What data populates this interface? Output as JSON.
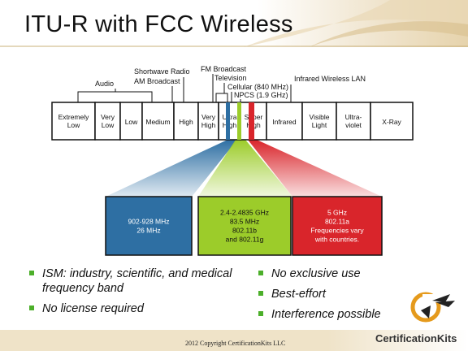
{
  "slide": {
    "title": "ITU-R with FCC Wireless",
    "copyright": "2012 Copyright CertificationKits LLC",
    "logo_text": "CertificationKits"
  },
  "spectrum": {
    "top_labels": {
      "audio": "Audio",
      "shortwave": "Shortwave Radio",
      "am": "AM Broadcast",
      "fm": "FM Broadcast",
      "tv": "Television",
      "cellular": "Cellular (840 MHz)",
      "npcs": "NPCS (1.9 GHz)",
      "infrared_lan": "Infrared Wireless LAN"
    },
    "bands": [
      {
        "line1": "Extremely",
        "line2": "Low"
      },
      {
        "line1": "Very",
        "line2": "Low"
      },
      {
        "line1": "Low",
        "line2": ""
      },
      {
        "line1": "Medium",
        "line2": ""
      },
      {
        "line1": "High",
        "line2": ""
      },
      {
        "line1": "Very",
        "line2": "High"
      },
      {
        "line1": "Ultra",
        "line2": "High"
      },
      {
        "line1": "Super",
        "line2": "High"
      },
      {
        "line1": "Infrared",
        "line2": ""
      },
      {
        "line1": "Visible",
        "line2": "Light"
      },
      {
        "line1": "Ultra-",
        "line2": "violet"
      },
      {
        "line1": "X-Ray",
        "line2": ""
      }
    ],
    "ism_bands": [
      {
        "lines": [
          "902-928 MHz",
          "26 MHz"
        ],
        "color": "#2e6fa3"
      },
      {
        "lines": [
          "2.4-2.4835 GHz",
          "83.5 MHz",
          "802.11b",
          "and 802.11g"
        ],
        "color": "#9ccc2a"
      },
      {
        "lines": [
          "5 GHz",
          "802.11a",
          "Frequencies vary",
          "with countries."
        ],
        "color": "#d9252b"
      }
    ]
  },
  "bullets_left": [
    "ISM: industry, scientific, and medical frequency band",
    "No license required"
  ],
  "bullets_right": [
    "No exclusive use",
    "Best-effort",
    "Interference possible"
  ],
  "colors": {
    "bullet": "#4caf2a",
    "blue": "#2e6fa3",
    "green": "#9ccc2a",
    "red": "#d9252b"
  }
}
